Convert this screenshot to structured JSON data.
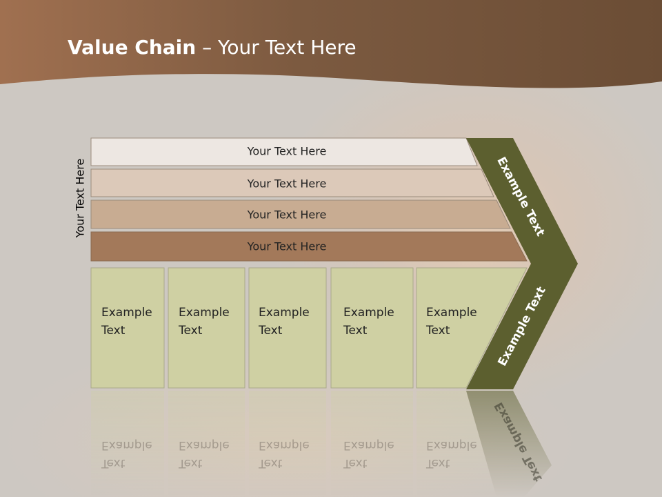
{
  "title": {
    "bold": "Value Chain",
    "rest": " – Your Text Here"
  },
  "side_label": "Your Text Here",
  "support_rows": [
    {
      "label": "Your Text Here",
      "color": "#ede7e2"
    },
    {
      "label": "Your Text Here",
      "color": "#dcc9b9"
    },
    {
      "label": "Your Text Here",
      "color": "#c8ac92"
    },
    {
      "label": "Your Text Here",
      "color": "#a3795a"
    }
  ],
  "primary_boxes": [
    {
      "line1": "Example",
      "line2": "Text"
    },
    {
      "line1": "Example",
      "line2": "Text"
    },
    {
      "line1": "Example",
      "line2": "Text"
    },
    {
      "line1": "Example",
      "line2": "Text"
    },
    {
      "line1": "Example",
      "line2": "Text"
    }
  ],
  "chevron": {
    "upper_label": "Example Text",
    "lower_label": "Example Text",
    "color": "#5c5f2f"
  },
  "colors": {
    "header": "#8a6446",
    "box_fill": "#cfd0a3"
  }
}
